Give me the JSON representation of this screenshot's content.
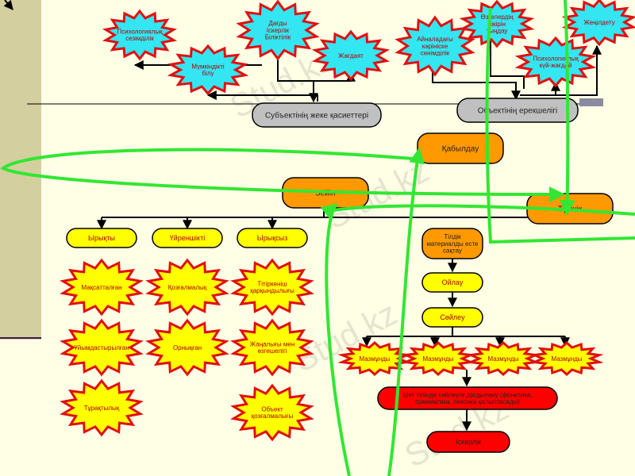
{
  "subject": {
    "title": "Субъектінің жеке қасиеттері",
    "traits": [
      "Психологиялық сезімділік",
      "Мүмкіндікті білу",
      "Дағды Іскерлік Біліктілік",
      "Жағдаят"
    ]
  },
  "object": {
    "title": "Объектінің ерекшелігі",
    "traits": [
      "Айналадағы кәрініске сенімділік",
      "Өзгелердің пікірін тыңдау",
      "Жеңілдету",
      "Психологиялық күй-жағдай"
    ]
  },
  "flow": {
    "reception": "Қабылдау",
    "memory": "Зейін",
    "understanding": "Түсінік",
    "store": "Тілдік материалды есте сақтау",
    "thinking": "Ойлау",
    "speech": "Сөйлеу",
    "skills": "Шет тілінде сөйлеуге дағдылану (фонетика, грамматика, лексика қалыптасады)",
    "result": "Іскерлік"
  },
  "attention_types": [
    "Ырықты",
    "Үйреншікті",
    "Ырықсыз"
  ],
  "attention_qualities": [
    "Мақсатталған",
    "Қозғалмалық",
    "Тітіркеніш қарқындылығы",
    "Ұйымдастырылған",
    "Орнықған",
    "Жаңалығы мен өзгешелігі",
    "Тұрақтылық",
    "Объект қозғалмалығы"
  ],
  "content_items": [
    "Мазмұнды",
    "Мазмұнды",
    "Мазмұнды",
    "Мазмұнды"
  ],
  "watermark": "Stud.kz",
  "colors": {
    "background": "#FFFFE6",
    "sidebar": "#D4CF9F",
    "cyan": "#33E6F2",
    "yellow": "#FFFF00",
    "orange": "#FF9900",
    "red": "#FF0000",
    "gray": "#C0C0C0",
    "green": "#33E633",
    "border_red": "#E01010"
  }
}
